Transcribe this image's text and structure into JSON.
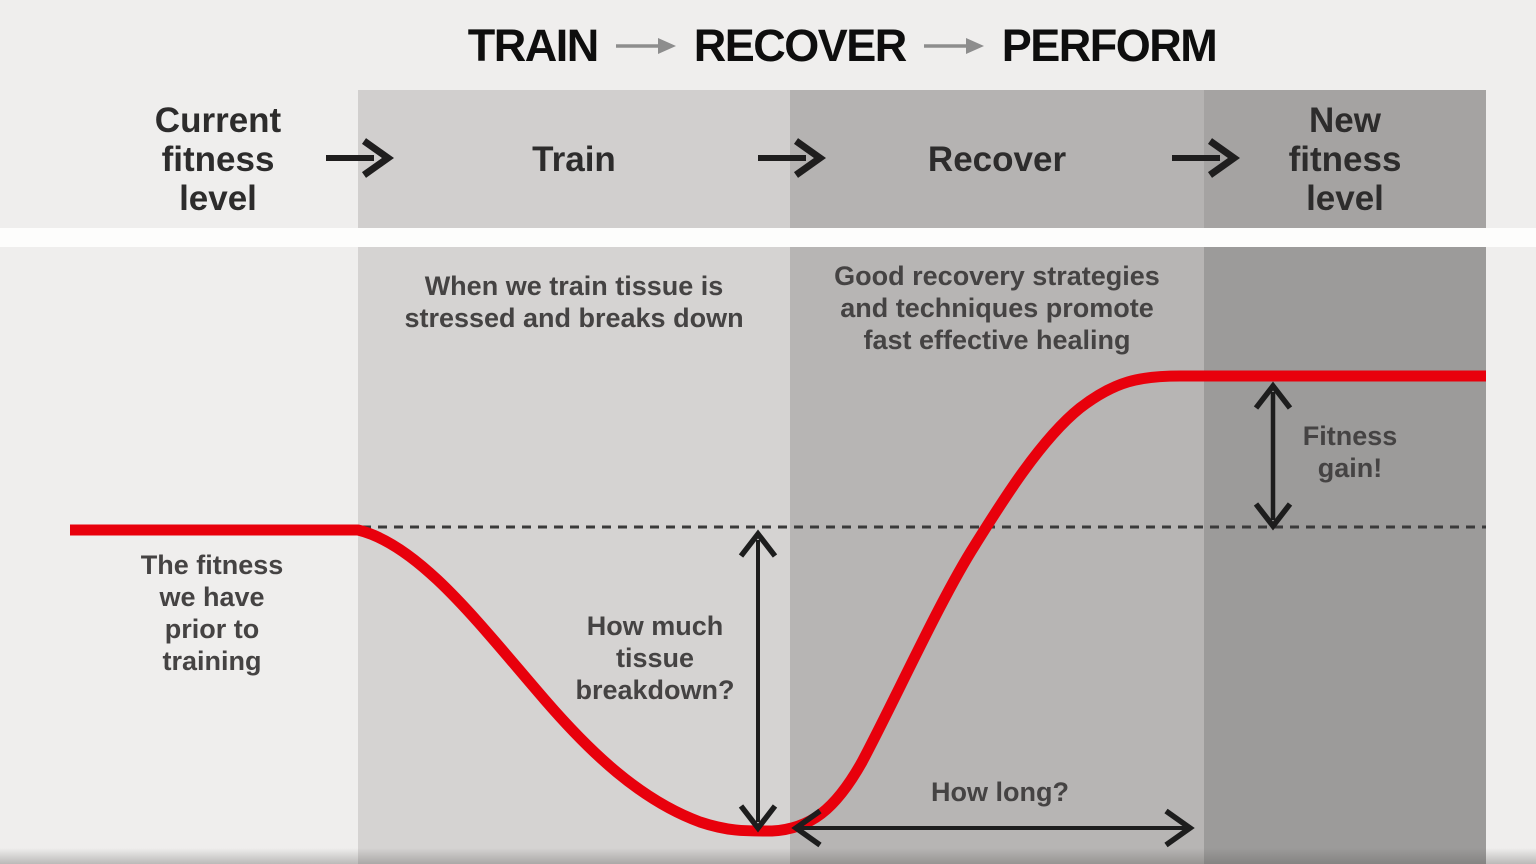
{
  "title": {
    "step1": "TRAIN",
    "step2": "RECOVER",
    "step3": "PERFORM"
  },
  "header": {
    "current": "Current\nfitness\nlevel",
    "train": "Train",
    "recover": "Recover",
    "new_fitness": "New\nfitness\nlevel"
  },
  "annotations": {
    "train_note": "When we train tissue is\nstressed and breaks down",
    "recover_note": "Good recovery strategies\nand techniques promote\nfast effective healing",
    "baseline_note": "The fitness\nwe have\nprior to\ntraining",
    "breakdown_question": "How much\ntissue\nbreakdown?",
    "duration_question": "How long?",
    "gain_note": "Fitness\ngain!"
  },
  "colors": {
    "background": "#efeeed",
    "band_train": "#d5d3d2",
    "band_recover": "#b7b5b4",
    "band_new_fitness": "#9c9b9a",
    "header_train": "#d1cfce",
    "header_recover": "#b5b3b2",
    "header_new_fitness": "#a5a3a2",
    "white_divider": "#fdfdfc",
    "curve_red": "#e8000c",
    "arrow_black": "#1d1d1d",
    "dashed_line": "#3a3a3a",
    "title_arrow_gray": "#8d8d8d"
  }
}
